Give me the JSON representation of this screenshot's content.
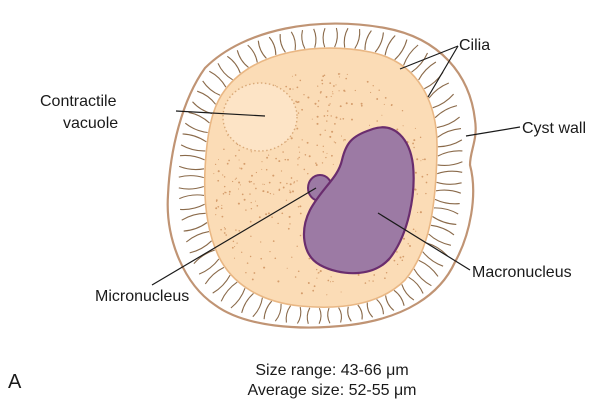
{
  "figure": {
    "panel_letter": "A",
    "labels": {
      "cilia": "Cilia",
      "contractile_vacuole_line1": "Contractile",
      "contractile_vacuole_line2": "vacuole",
      "cyst_wall": "Cyst wall",
      "micronucleus": "Micronucleus",
      "macronucleus": "Macronucleus"
    },
    "caption": {
      "size_range": "Size range: 43-66 μm",
      "average_size": "Average size: 52-55 μm"
    }
  },
  "colors": {
    "cyst_wall": "#c09474",
    "cytoplasm": "#fbdcb6",
    "cytoplasm_edge": "#e9b784",
    "dots": "#d59d6c",
    "vacuole": "#fde4c6",
    "nucleus_fill": "#9c7aa4",
    "nucleus_edge": "#6a2d6e",
    "cilia": "#8a6a4a"
  }
}
